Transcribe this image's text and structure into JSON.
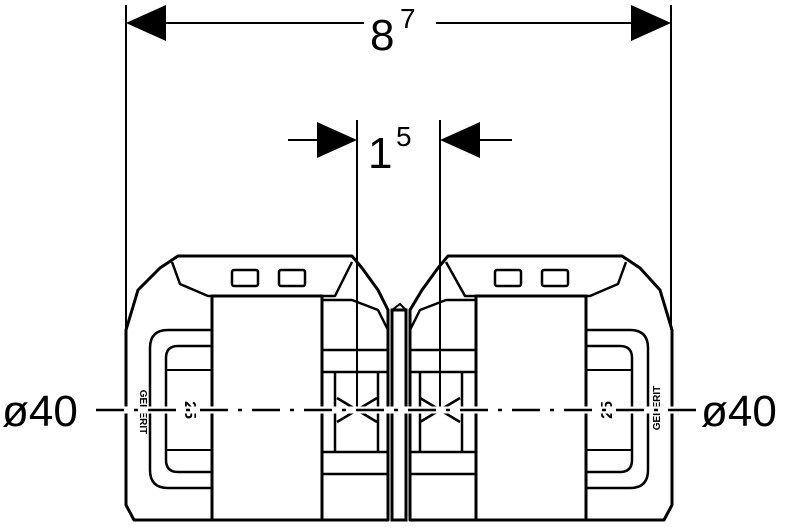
{
  "dimensions": {
    "overall": {
      "base": "8",
      "sup": "7"
    },
    "gap": {
      "base": "1",
      "sup": "5"
    }
  },
  "diameters": {
    "left": "ø40",
    "right": "ø40"
  },
  "fitting": {
    "size_mark": "25",
    "brand_mark": "GEBERIT"
  },
  "colors": {
    "line": "#000000",
    "background": "#ffffff"
  }
}
